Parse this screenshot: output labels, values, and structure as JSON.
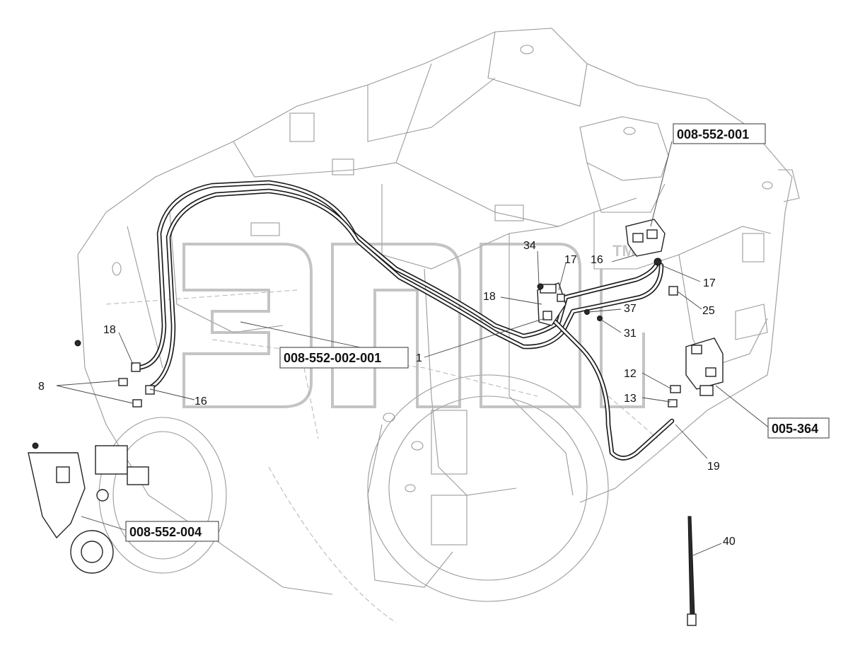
{
  "references": {
    "top_right": "008-552-001",
    "center": "008-552-002-001",
    "bottom_left": "008-552-004",
    "right": "005-364"
  },
  "callouts": {
    "c34": "34",
    "c17a": "17",
    "c16a": "16",
    "c17b": "17",
    "c18a": "18",
    "c37": "37",
    "c25": "25",
    "c31": "31",
    "c1": "1",
    "c18b": "18",
    "c8": "8",
    "c16b": "16",
    "c12": "12",
    "c13": "13",
    "c19": "19",
    "c40": "40"
  },
  "watermark": {
    "text": "TM"
  }
}
